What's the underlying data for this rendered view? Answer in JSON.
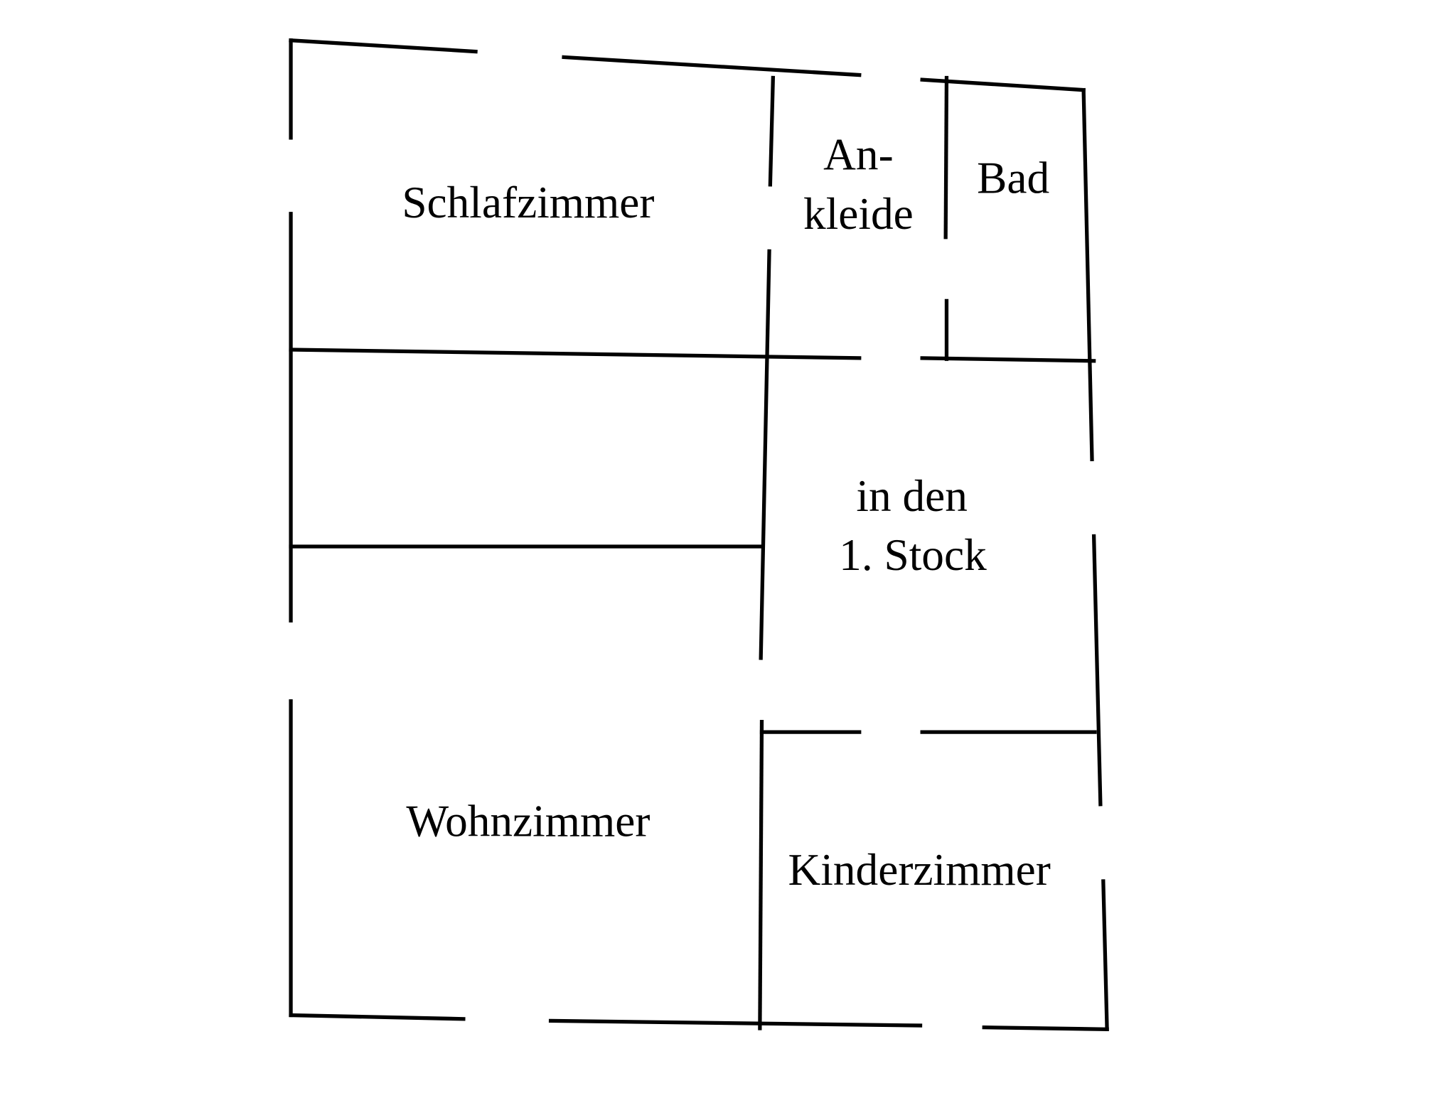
{
  "floor_plan": {
    "rooms": {
      "schlafzimmer": "Schlafzimmer",
      "ankleide_line1": "An-",
      "ankleide_line2": "kleide",
      "bad": "Bad",
      "stairs_line1": "in den",
      "stairs_line2": "1. Stock",
      "wohnzimmer": "Wohnzimmer",
      "kinderzimmer": "Kinderzimmer"
    },
    "line_color": "#000000",
    "background": "#ffffff"
  }
}
